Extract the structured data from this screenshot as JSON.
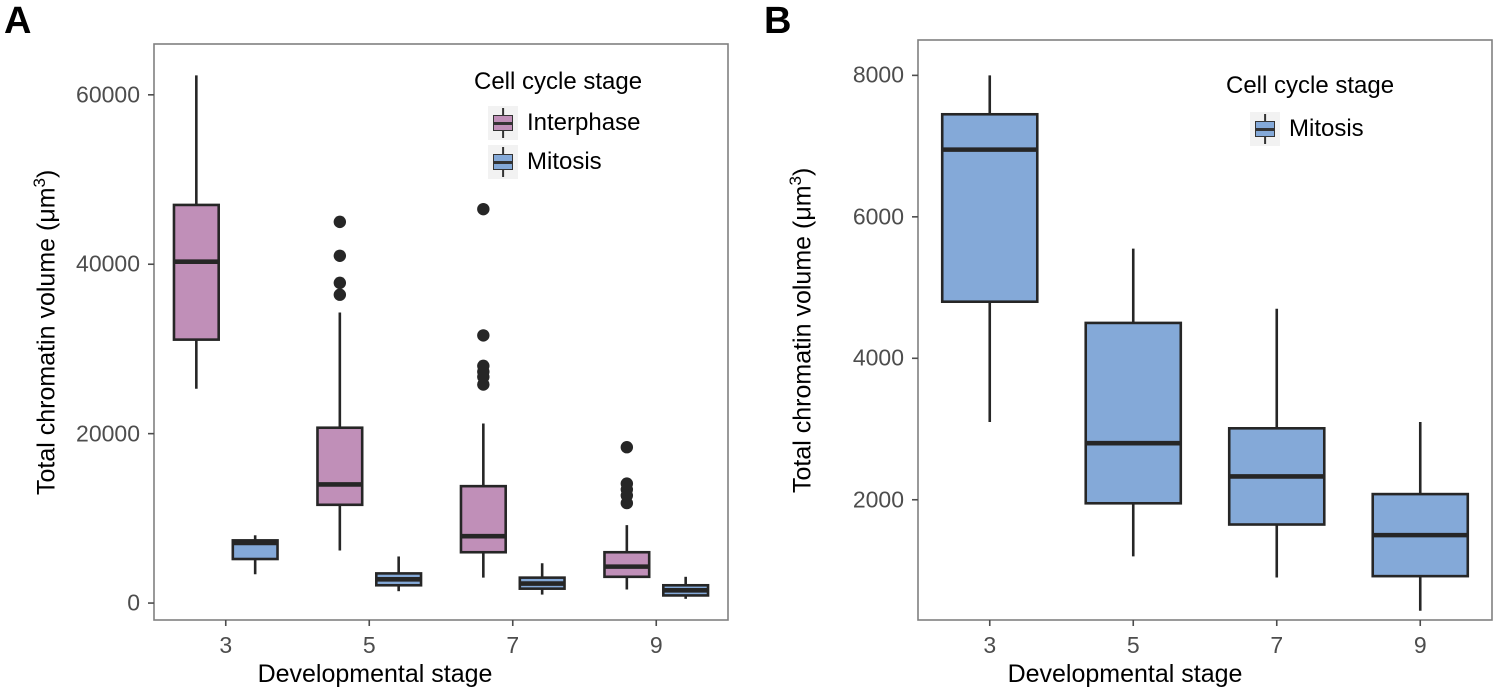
{
  "figure": {
    "panels": [
      {
        "letter": "A",
        "y_axis_title_pre": "Total chromatin volume (",
        "y_axis_title_unit": "μm",
        "y_axis_title_sup": "3",
        "y_axis_title_post": ")",
        "x_axis_title": "Developmental stage",
        "legend_title": "Cell cycle stage",
        "legend": [
          {
            "label": "Interphase",
            "color": "#C08FB8"
          },
          {
            "label": "Mitosis",
            "color": "#84A9D8"
          }
        ]
      },
      {
        "letter": "B",
        "y_axis_title_pre": "Total chromatin volume (",
        "y_axis_title_unit": "μm",
        "y_axis_title_sup": "3",
        "y_axis_title_post": ")",
        "x_axis_title": "Developmental stage",
        "legend_title": "Cell cycle stage",
        "legend": [
          {
            "label": "Mitosis",
            "color": "#84A9D8"
          }
        ]
      }
    ]
  },
  "chart_data": [
    {
      "panel": "A",
      "type": "box",
      "title": "",
      "xlabel": "Developmental stage",
      "ylabel": "Total chromatin volume (μm3)",
      "categories": [
        "3",
        "5",
        "7",
        "9"
      ],
      "xtick_labels": [
        "3",
        "5",
        "7",
        "9"
      ],
      "ytick_labels": [
        "0",
        "20000",
        "40000",
        "60000"
      ],
      "ytick_values": [
        0,
        20000,
        40000,
        60000
      ],
      "ylim": [
        -2000,
        66000
      ],
      "grid": false,
      "legend_position": "top-right inside",
      "legend_title": "Cell cycle stage",
      "series": [
        {
          "name": "Interphase",
          "color": "#C08FB8",
          "boxes": [
            {
              "category": "3",
              "whisker_low": 25300,
              "q1": 31100,
              "median": 40300,
              "q3": 47000,
              "whisker_high": 62300,
              "outliers": []
            },
            {
              "category": "5",
              "whisker_low": 6200,
              "q1": 11600,
              "median": 14000,
              "q3": 20700,
              "whisker_high": 34300,
              "outliers": [
                36400,
                37800,
                41000,
                45000
              ]
            },
            {
              "category": "7",
              "whisker_low": 3000,
              "q1": 6000,
              "median": 7900,
              "q3": 13800,
              "whisker_high": 21200,
              "outliers": [
                25800,
                26700,
                27300,
                28000,
                31600,
                46500
              ]
            },
            {
              "category": "9",
              "whisker_low": 1600,
              "q1": 3100,
              "median": 4300,
              "q3": 6000,
              "whisker_high": 9200,
              "outliers": [
                11800,
                12700,
                13400,
                14100,
                18400
              ]
            }
          ]
        },
        {
          "name": "Mitosis",
          "color": "#84A9D8",
          "boxes": [
            {
              "category": "3",
              "whisker_low": 3400,
              "q1": 5200,
              "median": 7100,
              "q3": 7400,
              "whisker_high": 8000,
              "outliers": []
            },
            {
              "category": "5",
              "whisker_low": 1400,
              "q1": 2100,
              "median": 2800,
              "q3": 3500,
              "whisker_high": 5500,
              "outliers": []
            },
            {
              "category": "7",
              "whisker_low": 1000,
              "q1": 1700,
              "median": 2300,
              "q3": 3000,
              "whisker_high": 4700,
              "outliers": []
            },
            {
              "category": "9",
              "whisker_low": 500,
              "q1": 900,
              "median": 1500,
              "q3": 2100,
              "whisker_high": 3100,
              "outliers": []
            }
          ]
        }
      ]
    },
    {
      "panel": "B",
      "type": "box",
      "title": "",
      "xlabel": "Developmental stage",
      "ylabel": "Total chromatin volume (μm3)",
      "categories": [
        "3",
        "5",
        "7",
        "9"
      ],
      "xtick_labels": [
        "3",
        "5",
        "7",
        "9"
      ],
      "ytick_labels": [
        "2000",
        "4000",
        "6000",
        "8000"
      ],
      "ytick_values": [
        2000,
        4000,
        6000,
        8000
      ],
      "ylim": [
        300,
        8500
      ],
      "grid": false,
      "legend_position": "top-right inside",
      "legend_title": "Cell cycle stage",
      "series": [
        {
          "name": "Mitosis",
          "color": "#84A9D8",
          "boxes": [
            {
              "category": "3",
              "whisker_low": 3100,
              "q1": 4800,
              "median": 6950,
              "q3": 7450,
              "whisker_high": 8000,
              "outliers": []
            },
            {
              "category": "5",
              "whisker_low": 1200,
              "q1": 1950,
              "median": 2800,
              "q3": 4500,
              "whisker_high": 5550,
              "outliers": []
            },
            {
              "category": "7",
              "whisker_low": 900,
              "q1": 1650,
              "median": 2330,
              "q3": 3010,
              "whisker_high": 4700,
              "outliers": []
            },
            {
              "category": "9",
              "whisker_low": 430,
              "q1": 920,
              "median": 1500,
              "q3": 2080,
              "whisker_high": 3100,
              "outliers": []
            }
          ]
        }
      ]
    }
  ]
}
